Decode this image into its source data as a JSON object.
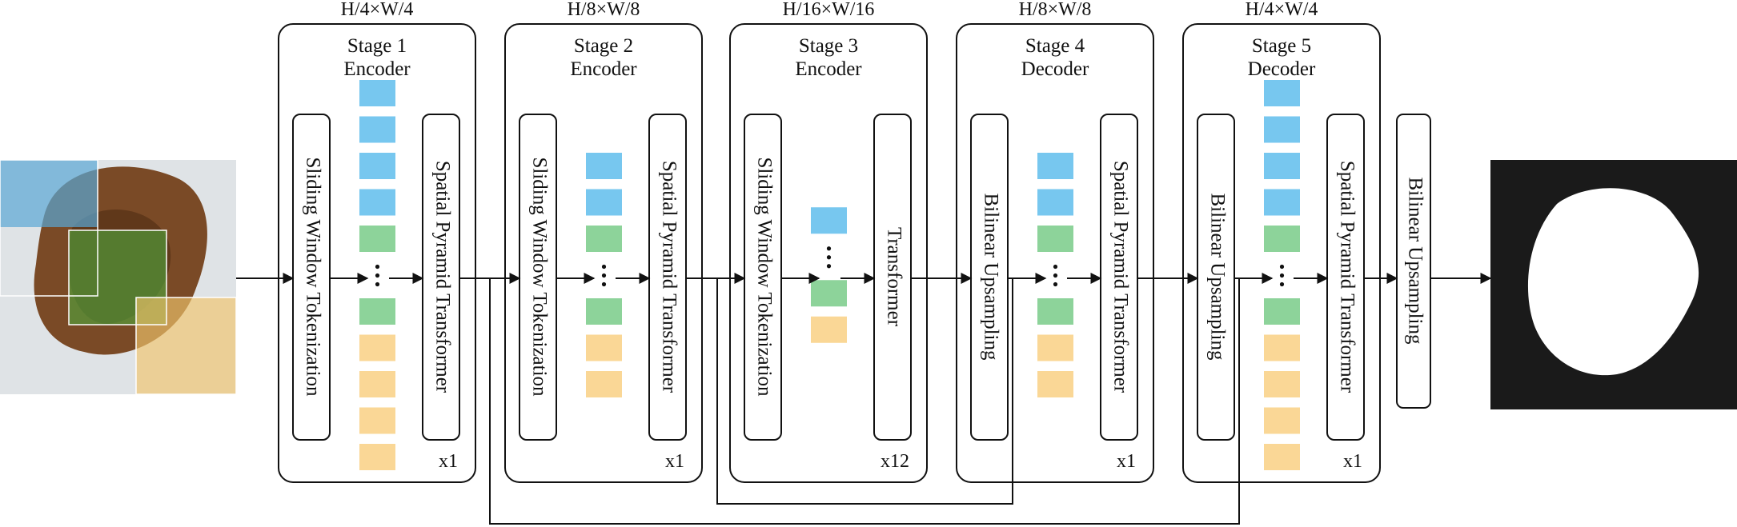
{
  "input_image": {
    "description_name": "dermoscopy-lesion-input"
  },
  "output_mask": {
    "description_name": "segmentation-mask-output"
  },
  "stages": [
    {
      "resolution": "H/4×W/4",
      "title": "Stage 1",
      "role": "Encoder",
      "left_module": "Sliding Window Tokenization",
      "right_module": "Spatial Pyramid Transformer",
      "repeat": "x1",
      "tokens": [
        "blue",
        "blue",
        "blue",
        "blue",
        "green",
        "dots",
        "green",
        "yellow",
        "yellow",
        "yellow",
        "yellow"
      ]
    },
    {
      "resolution": "H/8×W/8",
      "title": "Stage 2",
      "role": "Encoder",
      "left_module": "Sliding Window Tokenization",
      "right_module": "Spatial Pyramid Transformer",
      "repeat": "x1",
      "tokens": [
        "blue",
        "blue",
        "green",
        "dots",
        "green",
        "yellow",
        "yellow"
      ]
    },
    {
      "resolution": "H/16×W/16",
      "title": "Stage 3",
      "role": "Encoder",
      "left_module": "Sliding Window Tokenization",
      "right_module": "Transformer",
      "repeat": "x12",
      "tokens": [
        "blue",
        "dots",
        "green",
        "yellow"
      ]
    },
    {
      "resolution": "H/8×W/8",
      "title": "Stage 4",
      "role": "Decoder",
      "left_module": "Bilinear Upsampling",
      "right_module": "Spatial Pyramid Transformer",
      "repeat": "x1",
      "tokens": [
        "blue",
        "blue",
        "green",
        "dots",
        "green",
        "yellow",
        "yellow"
      ]
    },
    {
      "resolution": "H/4×W/4",
      "title": "Stage 5",
      "role": "Decoder",
      "left_module": "Bilinear Upsampling",
      "right_module": "Spatial Pyramid Transformer",
      "repeat": "x1",
      "tokens": [
        "blue",
        "blue",
        "blue",
        "blue",
        "green",
        "dots",
        "green",
        "yellow",
        "yellow",
        "yellow",
        "yellow"
      ]
    }
  ],
  "final_module": "Bilinear Upsampling",
  "colors": {
    "blue": "#77c7ef",
    "green": "#8dd39a",
    "yellow": "#fad796",
    "line": "#111111"
  }
}
